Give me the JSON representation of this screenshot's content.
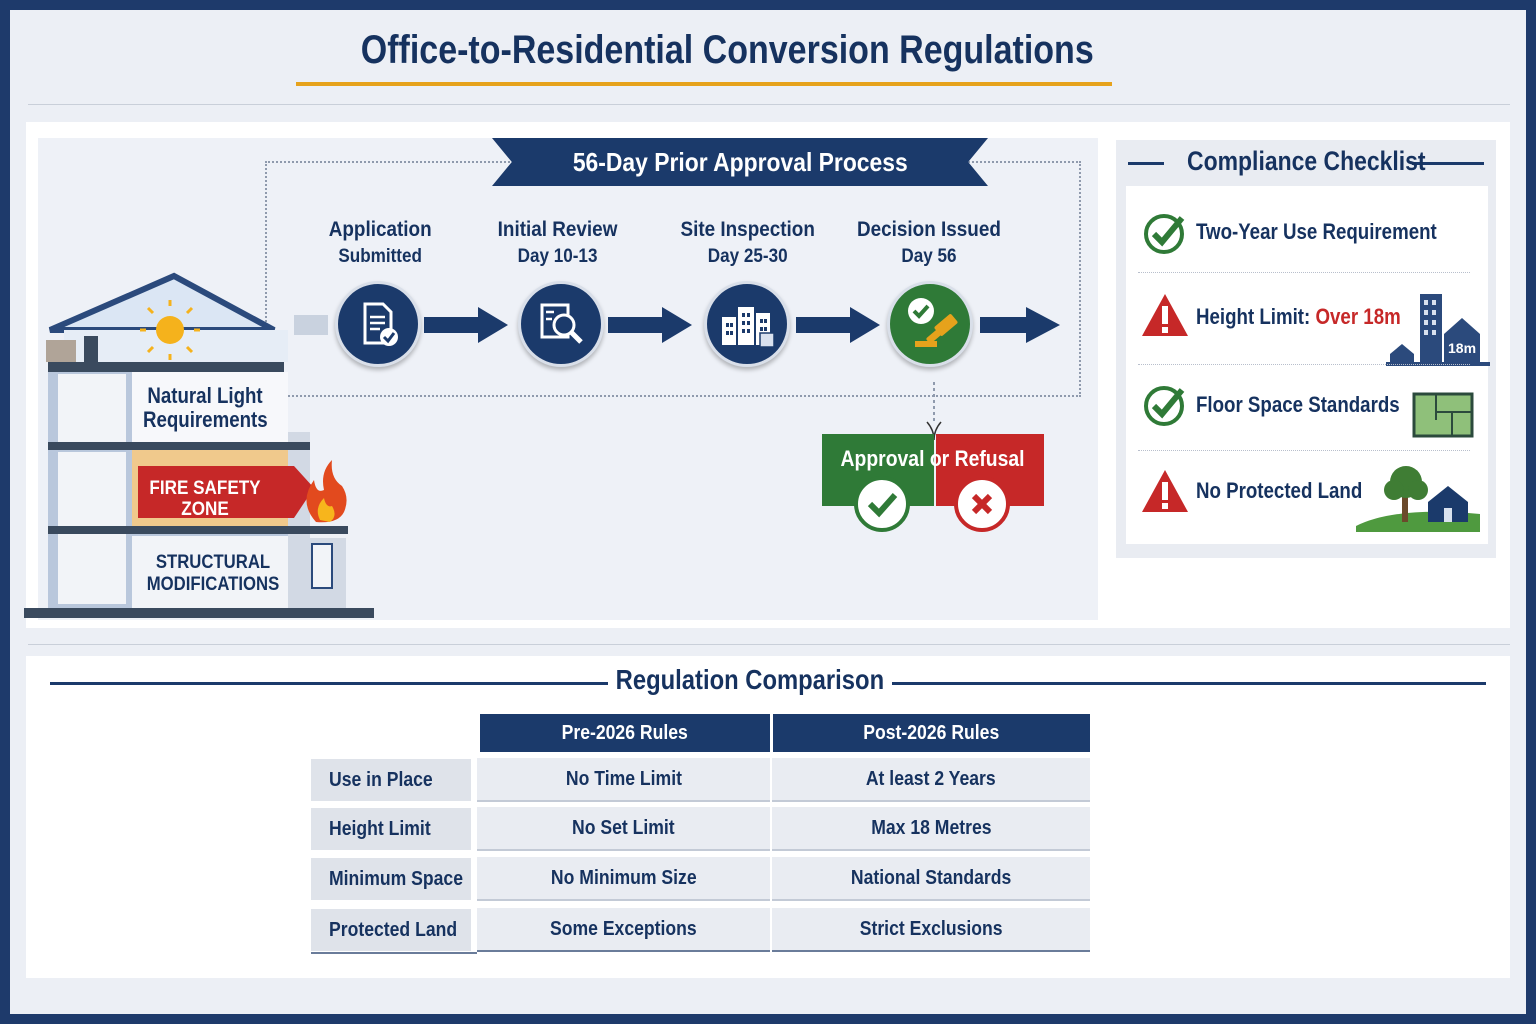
{
  "title": "Office-to-Residential Conversion Regulations",
  "process": {
    "banner": "56-Day Prior Approval Process",
    "steps": [
      {
        "line1": "Application",
        "line2": "Submitted",
        "icon": "document-check-icon"
      },
      {
        "line1": "Initial Review",
        "line2": "Day 10-13",
        "icon": "document-search-icon"
      },
      {
        "line1": "Site Inspection",
        "line2": "Day 25-30",
        "icon": "buildings-icon"
      },
      {
        "line1": "Decision Issued",
        "line2": "Day 56",
        "icon": "gavel-check-icon"
      }
    ],
    "outcome": {
      "approval": "Approval",
      "or": "or",
      "refusal": "Refusal"
    }
  },
  "building": {
    "labels": {
      "light_1": "Natural Light",
      "light_2": "Requirements",
      "fire_1": "FIRE SAFETY",
      "fire_2": "ZONE",
      "struct_1": "STRUCTURAL",
      "struct_2": "MODIFICATIONS"
    }
  },
  "checklist": {
    "title": "Compliance Checklist",
    "items": [
      {
        "label": "Two-Year Use Requirement",
        "status": "check",
        "highlight": ""
      },
      {
        "label": "Height Limit:",
        "status": "warning",
        "highlight": "Over 18m",
        "badge": "18m"
      },
      {
        "label": "Floor Space Standards",
        "status": "check",
        "highlight": ""
      },
      {
        "label": "No Protected Land",
        "status": "warning",
        "highlight": ""
      }
    ]
  },
  "comparison": {
    "title": "Regulation Comparison",
    "headers": [
      "Pre-2026 Rules",
      "Post-2026 Rules"
    ],
    "rows": [
      {
        "label": "Use in Place",
        "pre": "No Time Limit",
        "post": "At least 2 Years"
      },
      {
        "label": "Height Limit",
        "pre": "No Set Limit",
        "post": "Max 18 Metres"
      },
      {
        "label": "Minimum Space",
        "pre": "No Minimum Size",
        "post": "National Standards"
      },
      {
        "label": "Protected Land",
        "pre": "Some Exceptions",
        "post": "Strict Exclusions"
      }
    ]
  },
  "colors": {
    "navy": "#1b3a6b",
    "green": "#2f7a37",
    "red": "#c62828",
    "accent": "#e6a21c"
  }
}
